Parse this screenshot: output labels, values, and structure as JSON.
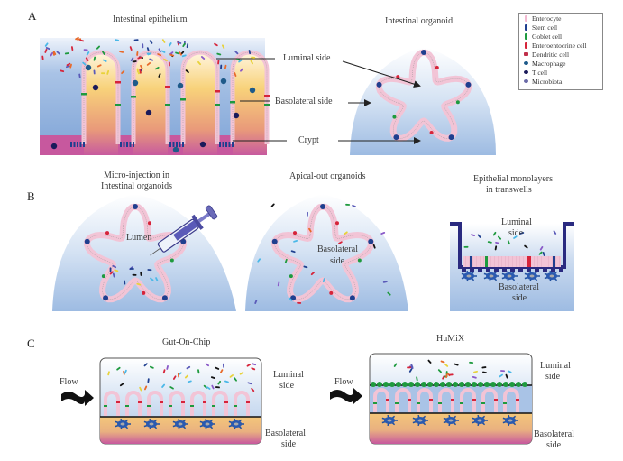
{
  "panels": {
    "A": {
      "letter": "A",
      "epithelium_title": "Intestinal epithelium",
      "organoid_title": "Intestinal organoid",
      "labels": {
        "luminal": "Luminal side",
        "basolateral": "Basolateral side",
        "crypt": "Crypt"
      },
      "legend": [
        {
          "icon": "enterocyte-icon",
          "label": "Enterocyte",
          "color": "#f2b8d0"
        },
        {
          "icon": "stem-cell-icon",
          "label": "Stem cell",
          "color": "#1f3f8f"
        },
        {
          "icon": "goblet-cell-icon",
          "label": "Goblet cell",
          "color": "#1e9a3e"
        },
        {
          "icon": "enteroendocrine-cell-icon",
          "label": "Enteroentocrine cell",
          "color": "#d6243a"
        },
        {
          "icon": "dendritic-cell-icon",
          "label": "Dendritic cell",
          "color": "#c0304a"
        },
        {
          "icon": "macrophage-icon",
          "label": "Macrophage",
          "color": "#1e5a8a"
        },
        {
          "icon": "t-cell-icon",
          "label": "T cell",
          "color": "#1a1a5a"
        },
        {
          "icon": "microbiota-icon",
          "label": "Microbiota",
          "color": "#6a6aa8"
        }
      ]
    },
    "B": {
      "letter": "B",
      "microinjection_title_1": "Micro-injection in",
      "microinjection_title_2": "Intestinal organoids",
      "lumen_label": "Lumen",
      "apical_title": "Apical-out organoids",
      "apical_inner_1": "Basolateral",
      "apical_inner_2": "side",
      "transwell_title_1": "Epithelial monolayers",
      "transwell_title_2": "in transwells",
      "transwell_luminal_1": "Luminal",
      "transwell_luminal_2": "side",
      "transwell_baso_1": "Basolateral",
      "transwell_baso_2": "side"
    },
    "C": {
      "letter": "C",
      "gut_title": "Gut-On-Chip",
      "humix_title": "HuMiX",
      "flow": "Flow",
      "luminal_1": "Luminal",
      "luminal_2": "side",
      "baso_1": "Basolateral",
      "baso_2": "side"
    }
  },
  "colors": {
    "lumen_blue": "#8fb0dc",
    "matrix_yellow": "#f6cf6a",
    "crypt_magenta": "#c7589e",
    "enterocyte": "#f2c4d6",
    "stem": "#1f3f8f",
    "goblet": "#1e9a3e",
    "endocrine": "#d6243a",
    "well": "#2a2a80"
  }
}
